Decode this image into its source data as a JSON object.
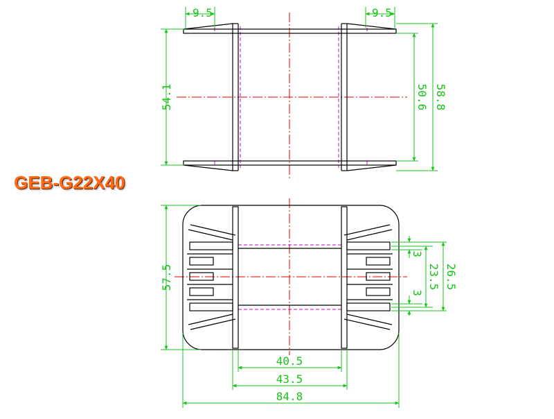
{
  "part_label": "GEB-G22X40",
  "colors": {
    "outline": "#000000",
    "dimension": "#18c418",
    "centerline": "#e00000",
    "hidden": "#cc00cc",
    "label": "#ff6a14"
  },
  "top_view": {
    "dim_flange_left": "9.5",
    "dim_flange_right": "9.5",
    "dim_height_left": "54.1",
    "dim_inner": "50.6",
    "dim_outer": "58.8"
  },
  "bottom_view": {
    "dim_height": "57.5",
    "dim_pin_3a": "3",
    "dim_pin_3b": "3",
    "dim_23_5": "23.5",
    "dim_26_5": "26.5",
    "dim_40_5": "40.5",
    "dim_43_5": "43.5",
    "dim_84_8": "84.8"
  }
}
